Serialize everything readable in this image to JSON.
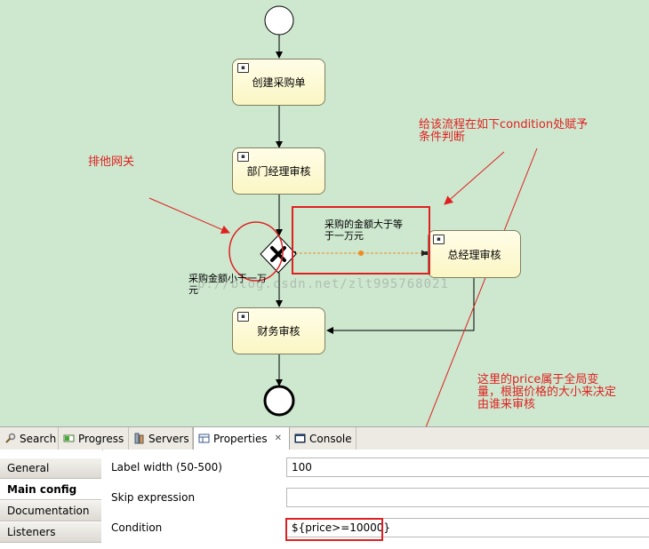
{
  "diagram": {
    "tasks": {
      "create_po": "创建采购单",
      "dept_review": "部门经理审核",
      "gm_review": "总经理审核",
      "finance_review": "财务审核"
    },
    "flow_labels": {
      "amount_ge_10000": "采购的金额大于等\n于一万元",
      "amount_lt_10000": "采购金额小于一万\n元"
    },
    "annotations": {
      "exclusive_gateway": "排他网关",
      "condition_note": "给该流程在如下condition处赋予\n条件判断",
      "price_note": "这里的price属于全局变\n量，根据价格的大小来决定\n由谁来审核"
    },
    "watermark": "p://blog.csdn.net/zlt995768021"
  },
  "tabs": [
    {
      "label": "Search",
      "icon": "search-icon"
    },
    {
      "label": "Progress",
      "icon": "progress-icon"
    },
    {
      "label": "Servers",
      "icon": "servers-icon"
    },
    {
      "label": "Properties",
      "icon": "properties-icon",
      "active": true
    },
    {
      "label": "Console",
      "icon": "console-icon"
    }
  ],
  "sidebar": {
    "items": [
      "General",
      "Main config",
      "Documentation",
      "Listeners"
    ],
    "active": "Main config"
  },
  "properties": {
    "label_width": {
      "label": "Label width (50-500)",
      "value": "100"
    },
    "skip_expression": {
      "label": "Skip expression",
      "value": ""
    },
    "condition": {
      "label": "Condition",
      "value": "${price>=10000}"
    }
  },
  "colors": {
    "canvas_bg": "#cde8cf",
    "annotation_red": "#e02020",
    "task_fill": "#fbf6c4",
    "selected_flow": "#f08a24"
  }
}
